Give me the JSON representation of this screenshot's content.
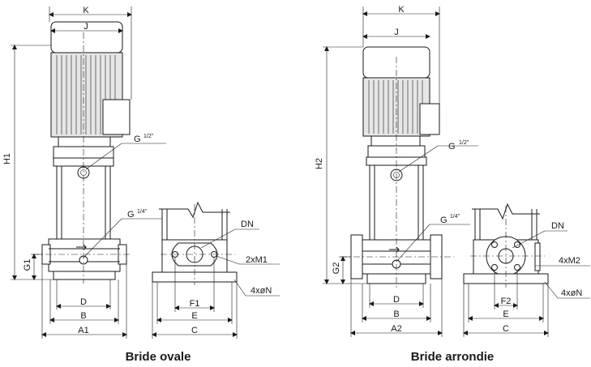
{
  "captions": {
    "left": "Bride ovale",
    "right": "Bride arrondie"
  },
  "left_view": {
    "dims": {
      "K": "K",
      "J": "J",
      "H1": "H1",
      "G1": "G1",
      "D": "D",
      "B": "B",
      "A1": "A1"
    },
    "callouts": {
      "gauge_top": "G",
      "gauge_top_sup": "1/2\"",
      "gauge_bottom": "G",
      "gauge_bottom_sup": "1/4\""
    }
  },
  "left_flange": {
    "dims": {
      "F1": "F1",
      "E": "E",
      "C": "C"
    },
    "callouts": {
      "dn": "DN",
      "bolts": "2xM1",
      "holes": "4xøN"
    }
  },
  "right_view": {
    "dims": {
      "K": "K",
      "J": "J",
      "H2": "H2",
      "G2": "G2",
      "D": "D",
      "B": "B",
      "A2": "A2"
    },
    "callouts": {
      "gauge_top": "G",
      "gauge_top_sup": "1/2\"",
      "gauge_bottom": "G",
      "gauge_bottom_sup": "1/4\""
    }
  },
  "right_flange": {
    "dims": {
      "F2": "F2",
      "E": "E",
      "C": "C"
    },
    "callouts": {
      "dn": "DN",
      "bolts": "4xM2",
      "holes": "4xøN"
    }
  }
}
